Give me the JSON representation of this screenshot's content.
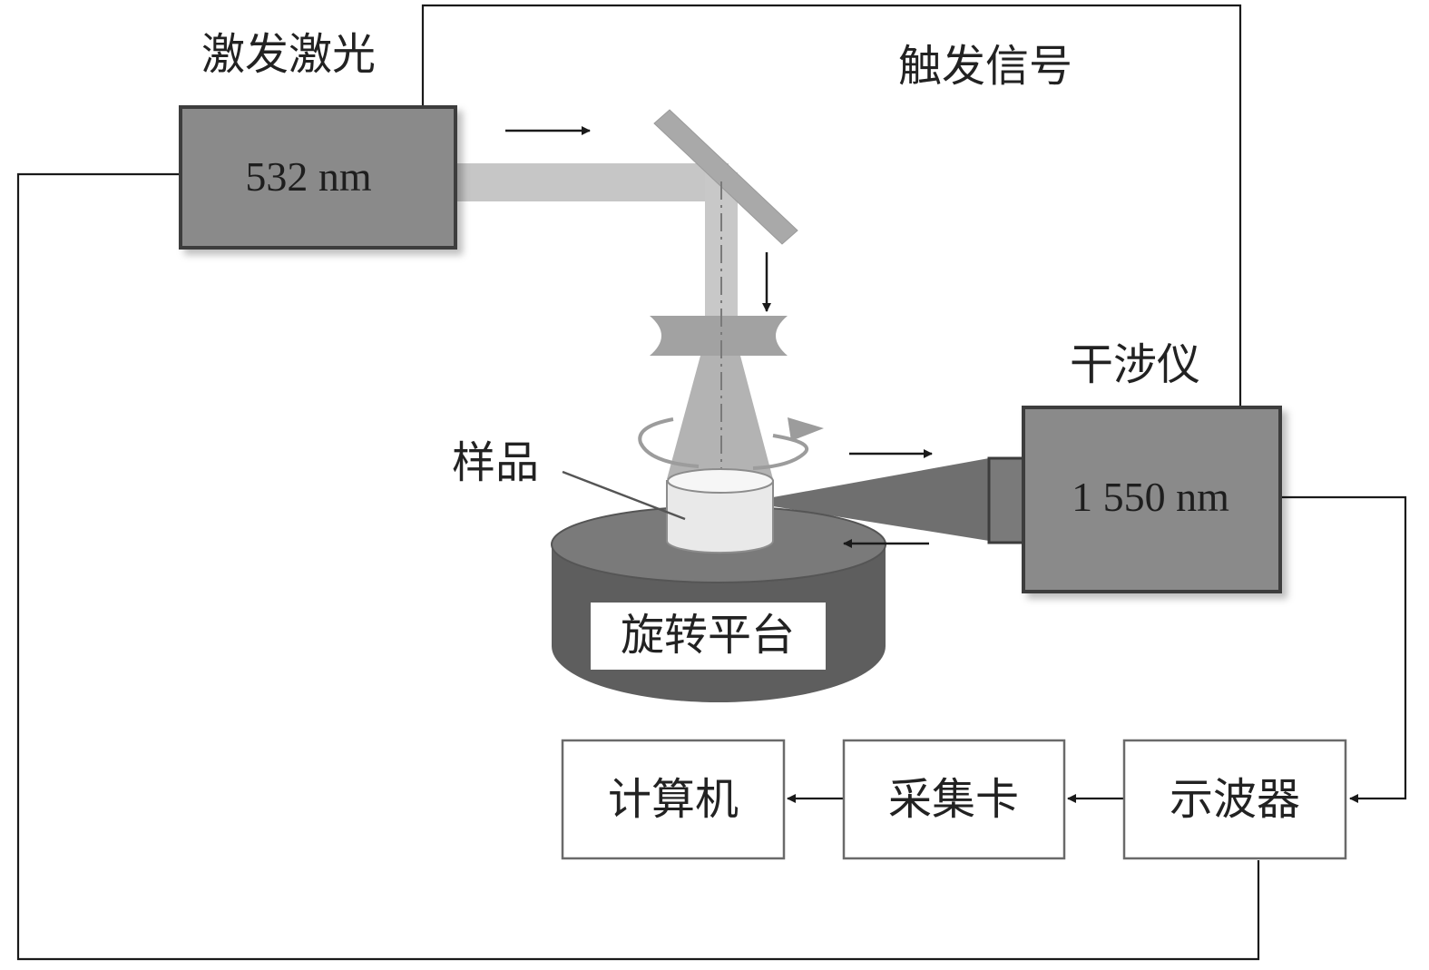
{
  "labels": {
    "excitation_laser": "激发激光",
    "trigger_signal": "触发信号",
    "laser_wavelength": "532 nm",
    "interferometer": "干涉仪",
    "interferometer_wavelength": "1 550 nm",
    "sample": "样品",
    "rotation_stage": "旋转平台",
    "computer": "计算机",
    "acquisition_card": "采集卡",
    "oscilloscope": "示波器"
  },
  "colors": {
    "box_fill": "#8a8a8a",
    "box_border": "#3c3c3c",
    "beam": "#c6c6c6",
    "line": "#1a1a1a",
    "sample_top": "#f0f0f0",
    "stage": "#6e6e6e"
  }
}
